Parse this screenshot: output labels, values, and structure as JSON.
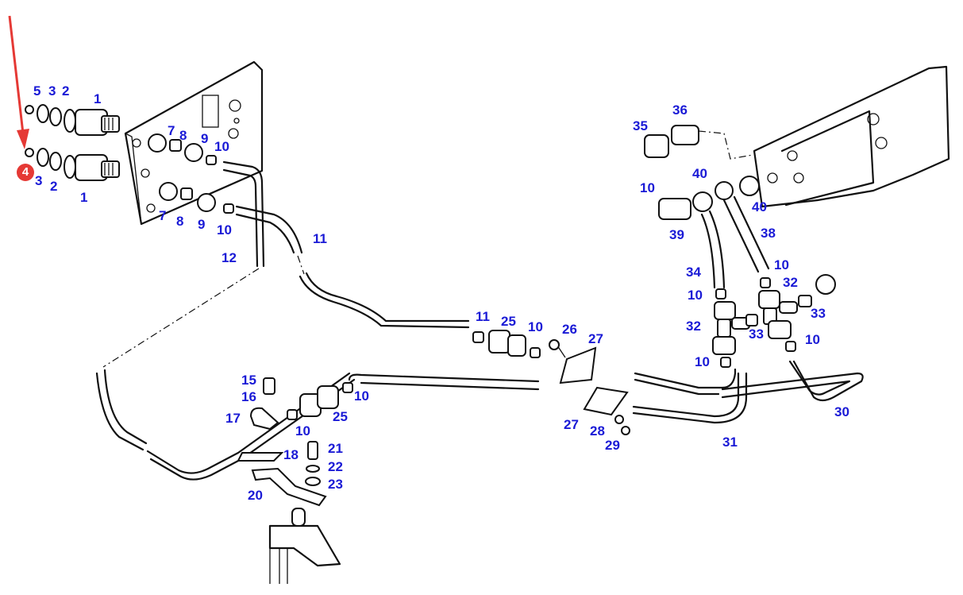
{
  "diagram": {
    "type": "exploded-parts-diagram",
    "subject": "hydraulic pipe / hose assembly",
    "label_color": "#1a1ad6",
    "highlight": {
      "badge_text": "4",
      "badge_color": "#e53935",
      "arrow_color": "#e53935",
      "points_to_part": "4"
    },
    "callouts": [
      {
        "id": "c5a",
        "text": "5"
      },
      {
        "id": "c3a",
        "text": "3"
      },
      {
        "id": "c2a",
        "text": "2"
      },
      {
        "id": "c1a",
        "text": "1"
      },
      {
        "id": "c3b",
        "text": "3"
      },
      {
        "id": "c2b",
        "text": "2"
      },
      {
        "id": "c1b",
        "text": "1"
      },
      {
        "id": "c7a",
        "text": "7"
      },
      {
        "id": "c8a",
        "text": "8"
      },
      {
        "id": "c9a",
        "text": "9"
      },
      {
        "id": "c10a",
        "text": "10"
      },
      {
        "id": "c7b",
        "text": "7"
      },
      {
        "id": "c8b",
        "text": "8"
      },
      {
        "id": "c9b",
        "text": "9"
      },
      {
        "id": "c10b",
        "text": "10"
      },
      {
        "id": "c11a",
        "text": "11"
      },
      {
        "id": "c12",
        "text": "12"
      },
      {
        "id": "c11b",
        "text": "11"
      },
      {
        "id": "c25a",
        "text": "25"
      },
      {
        "id": "c10c",
        "text": "10"
      },
      {
        "id": "c26",
        "text": "26"
      },
      {
        "id": "c27a",
        "text": "27"
      },
      {
        "id": "c27b",
        "text": "27"
      },
      {
        "id": "c28",
        "text": "28"
      },
      {
        "id": "c29",
        "text": "29"
      },
      {
        "id": "c15",
        "text": "15"
      },
      {
        "id": "c16",
        "text": "16"
      },
      {
        "id": "c17",
        "text": "17"
      },
      {
        "id": "c10d",
        "text": "10"
      },
      {
        "id": "c10e",
        "text": "10"
      },
      {
        "id": "c25b",
        "text": "25"
      },
      {
        "id": "c18",
        "text": "18"
      },
      {
        "id": "c21",
        "text": "21"
      },
      {
        "id": "c22",
        "text": "22"
      },
      {
        "id": "c23",
        "text": "23"
      },
      {
        "id": "c20",
        "text": "20"
      },
      {
        "id": "c36",
        "text": "36"
      },
      {
        "id": "c35",
        "text": "35"
      },
      {
        "id": "c10f",
        "text": "10"
      },
      {
        "id": "c40a",
        "text": "40"
      },
      {
        "id": "c40b",
        "text": "40"
      },
      {
        "id": "c39",
        "text": "39"
      },
      {
        "id": "c38",
        "text": "38"
      },
      {
        "id": "c34",
        "text": "34"
      },
      {
        "id": "c10g",
        "text": "10"
      },
      {
        "id": "c10h",
        "text": "10"
      },
      {
        "id": "c32a",
        "text": "32"
      },
      {
        "id": "c32b",
        "text": "32"
      },
      {
        "id": "c33a",
        "text": "33"
      },
      {
        "id": "c33b",
        "text": "33"
      },
      {
        "id": "c10i",
        "text": "10"
      },
      {
        "id": "c10j",
        "text": "10"
      },
      {
        "id": "c30",
        "text": "30"
      },
      {
        "id": "c31",
        "text": "31"
      }
    ]
  }
}
